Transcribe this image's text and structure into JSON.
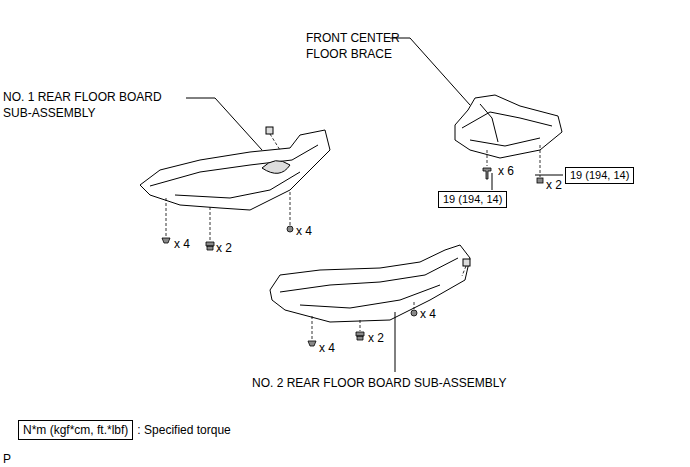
{
  "diagram": {
    "nodes": [
      {
        "text": [
          "19 (194, 14)"
        ]
      },
      {
        "text": [
          "19 (194, 14)"
        ]
      },
      {
        "text": [
          "N*m (kgf*cm, ft.*lbf)",
          ": Specified torque"
        ]
      }
    ],
    "labels": [
      "FRONT CENTER FLOOR BRACE",
      "NO. 1 REAR FLOOR BOARD SUB-ASSEMBLY",
      "x 6",
      "x 2",
      "x 4",
      "x 2",
      "x 4",
      "x 4",
      "x 4",
      "x 2",
      "NO. 2 REAR FLOOR BOARD SUB-ASSEMBLY",
      "P"
    ]
  }
}
